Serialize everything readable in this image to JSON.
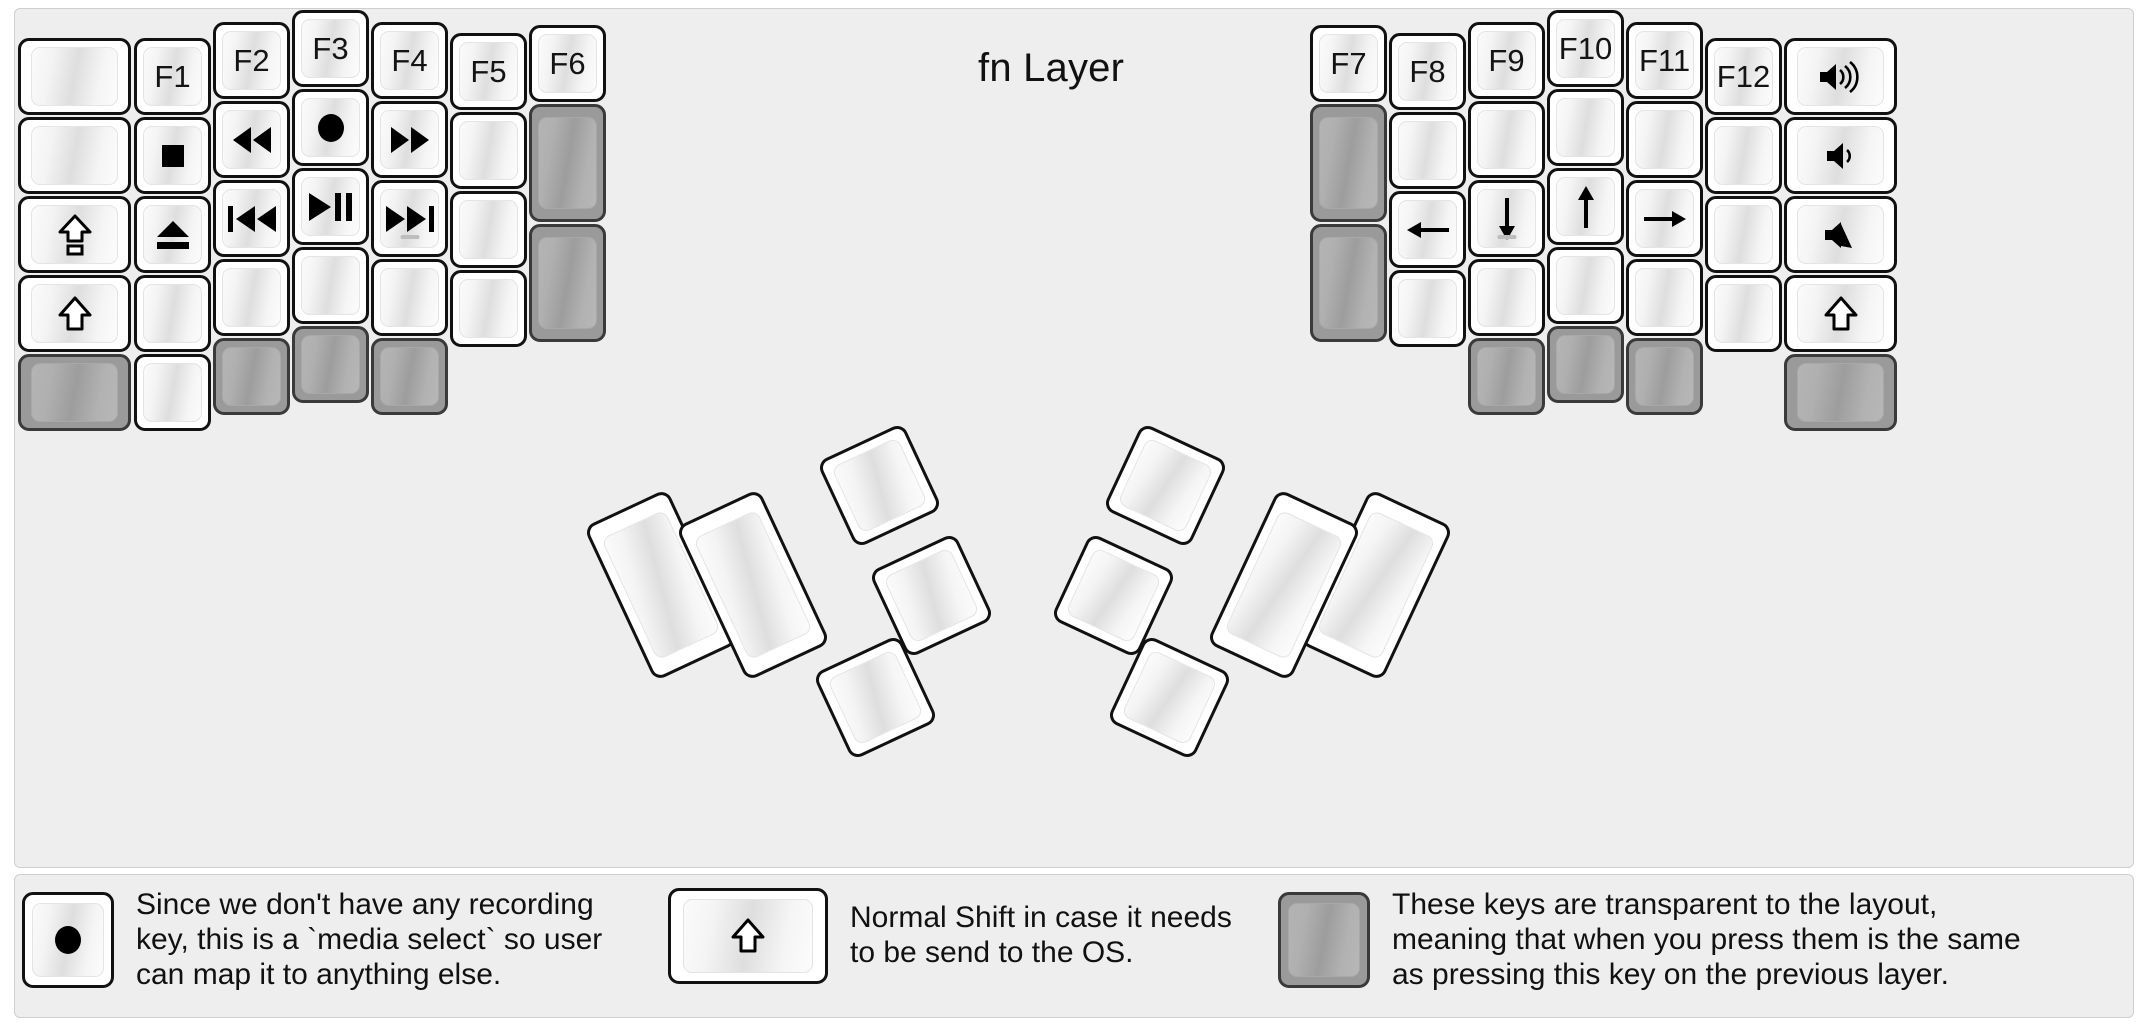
{
  "title": "fn Layer",
  "colors": {
    "background": "#eeeeee",
    "key_face": "#ffffff",
    "key_outline": "#111111",
    "transparent_key": "#9a9a9a",
    "text": "#141414"
  },
  "legend": [
    {
      "key_icon": "record-icon",
      "key_style": "normal",
      "text": "Since we don't have any recording\nkey, this is a `media select` so user\ncan map it to anything else."
    },
    {
      "key_icon": "shift-arrow-icon",
      "key_style": "normal",
      "text": "Normal Shift in case it needs\nto be send to the OS."
    },
    {
      "key_icon": "none",
      "key_style": "transparent",
      "text": "These keys are transparent to the layout,\nmeaning that when you press them is the same\nas pressing this key on the previous layer."
    }
  ],
  "left_half": {
    "columns": [
      {
        "name": "col-outer",
        "keys": [
          {
            "label": "",
            "icon": "none",
            "style": "normal"
          },
          {
            "label": "",
            "icon": "none",
            "style": "normal"
          },
          {
            "label": "",
            "icon": "caps-lock-icon",
            "style": "normal"
          },
          {
            "label": "",
            "icon": "shift-arrow-icon",
            "style": "normal"
          },
          {
            "label": "",
            "icon": "none",
            "style": "transparent"
          }
        ]
      },
      {
        "name": "col-pinky",
        "keys": [
          {
            "label": "F1",
            "icon": "none",
            "style": "normal"
          },
          {
            "label": "",
            "icon": "stop-icon",
            "style": "normal"
          },
          {
            "label": "",
            "icon": "eject-icon",
            "style": "normal"
          },
          {
            "label": "",
            "icon": "none",
            "style": "normal"
          },
          {
            "label": "",
            "icon": "none",
            "style": "normal"
          }
        ]
      },
      {
        "name": "col-ring",
        "keys": [
          {
            "label": "F2",
            "icon": "none",
            "style": "normal"
          },
          {
            "label": "",
            "icon": "rewind-icon",
            "style": "normal"
          },
          {
            "label": "",
            "icon": "prev-track-icon",
            "style": "normal"
          },
          {
            "label": "",
            "icon": "none",
            "style": "normal"
          },
          {
            "label": "",
            "icon": "none",
            "style": "transparent"
          }
        ]
      },
      {
        "name": "col-middle",
        "keys": [
          {
            "label": "F3",
            "icon": "none",
            "style": "normal"
          },
          {
            "label": "",
            "icon": "record-icon",
            "style": "normal"
          },
          {
            "label": "",
            "icon": "play-pause-icon",
            "style": "normal"
          },
          {
            "label": "",
            "icon": "none",
            "style": "normal"
          },
          {
            "label": "",
            "icon": "none",
            "style": "transparent"
          }
        ]
      },
      {
        "name": "col-index",
        "keys": [
          {
            "label": "F4",
            "icon": "none",
            "style": "normal"
          },
          {
            "label": "",
            "icon": "fast-forward-icon",
            "style": "normal"
          },
          {
            "label": "",
            "icon": "next-track-icon",
            "style": "normal",
            "homing": true
          },
          {
            "label": "",
            "icon": "none",
            "style": "normal"
          },
          {
            "label": "",
            "icon": "none",
            "style": "transparent"
          }
        ]
      },
      {
        "name": "col-inner",
        "keys": [
          {
            "label": "F5",
            "icon": "none",
            "style": "normal"
          },
          {
            "label": "",
            "icon": "none",
            "style": "normal"
          },
          {
            "label": "",
            "icon": "none",
            "style": "normal"
          },
          {
            "label": "",
            "icon": "none",
            "style": "normal"
          }
        ]
      },
      {
        "name": "col-innermost",
        "keys": [
          {
            "label": "F6",
            "icon": "none",
            "style": "normal"
          },
          {
            "label": "",
            "icon": "none",
            "style": "transparent"
          },
          {
            "label": "",
            "icon": "none",
            "style": "transparent"
          }
        ]
      }
    ],
    "thumb_cluster": [
      {
        "name": "thumb-big-1",
        "icon": "none",
        "style": "normal"
      },
      {
        "name": "thumb-big-2",
        "icon": "none",
        "style": "normal"
      },
      {
        "name": "thumb-small-1",
        "icon": "none",
        "style": "normal"
      },
      {
        "name": "thumb-small-2",
        "icon": "none",
        "style": "normal"
      },
      {
        "name": "thumb-small-3",
        "icon": "none",
        "style": "normal"
      }
    ]
  },
  "right_half": {
    "columns": [
      {
        "name": "col-innermost",
        "keys": [
          {
            "label": "F7",
            "icon": "none",
            "style": "normal"
          },
          {
            "label": "",
            "icon": "none",
            "style": "transparent"
          },
          {
            "label": "",
            "icon": "none",
            "style": "transparent"
          }
        ]
      },
      {
        "name": "col-inner",
        "keys": [
          {
            "label": "F8",
            "icon": "none",
            "style": "normal"
          },
          {
            "label": "",
            "icon": "none",
            "style": "normal"
          },
          {
            "label": "",
            "icon": "arrow-left-icon",
            "style": "normal"
          },
          {
            "label": "",
            "icon": "none",
            "style": "normal"
          }
        ]
      },
      {
        "name": "col-index",
        "keys": [
          {
            "label": "F9",
            "icon": "none",
            "style": "normal"
          },
          {
            "label": "",
            "icon": "none",
            "style": "normal"
          },
          {
            "label": "",
            "icon": "arrow-down-icon",
            "style": "normal",
            "homing": true
          },
          {
            "label": "",
            "icon": "none",
            "style": "normal"
          },
          {
            "label": "",
            "icon": "none",
            "style": "transparent"
          }
        ]
      },
      {
        "name": "col-middle",
        "keys": [
          {
            "label": "F10",
            "icon": "none",
            "style": "normal"
          },
          {
            "label": "",
            "icon": "none",
            "style": "normal"
          },
          {
            "label": "",
            "icon": "arrow-up-icon",
            "style": "normal"
          },
          {
            "label": "",
            "icon": "none",
            "style": "normal"
          },
          {
            "label": "",
            "icon": "none",
            "style": "transparent"
          }
        ]
      },
      {
        "name": "col-ring",
        "keys": [
          {
            "label": "F11",
            "icon": "none",
            "style": "normal"
          },
          {
            "label": "",
            "icon": "none",
            "style": "normal"
          },
          {
            "label": "",
            "icon": "arrow-right-icon",
            "style": "normal"
          },
          {
            "label": "",
            "icon": "none",
            "style": "normal"
          },
          {
            "label": "",
            "icon": "none",
            "style": "transparent"
          }
        ]
      },
      {
        "name": "col-pinky",
        "keys": [
          {
            "label": "F12",
            "icon": "none",
            "style": "normal"
          },
          {
            "label": "",
            "icon": "none",
            "style": "normal"
          },
          {
            "label": "",
            "icon": "none",
            "style": "normal"
          },
          {
            "label": "",
            "icon": "none",
            "style": "normal"
          }
        ]
      },
      {
        "name": "col-outer",
        "keys": [
          {
            "label": "",
            "icon": "volume-up-icon",
            "style": "normal"
          },
          {
            "label": "",
            "icon": "volume-down-icon",
            "style": "normal"
          },
          {
            "label": "",
            "icon": "volume-mute-icon",
            "style": "normal"
          },
          {
            "label": "",
            "icon": "shift-arrow-icon",
            "style": "normal"
          },
          {
            "label": "",
            "icon": "none",
            "style": "transparent"
          }
        ]
      }
    ],
    "thumb_cluster": [
      {
        "name": "thumb-big-1",
        "icon": "none",
        "style": "normal"
      },
      {
        "name": "thumb-big-2",
        "icon": "none",
        "style": "normal"
      },
      {
        "name": "thumb-small-1",
        "icon": "none",
        "style": "normal"
      },
      {
        "name": "thumb-small-2",
        "icon": "none",
        "style": "normal"
      },
      {
        "name": "thumb-small-3",
        "icon": "none",
        "style": "normal"
      }
    ]
  }
}
